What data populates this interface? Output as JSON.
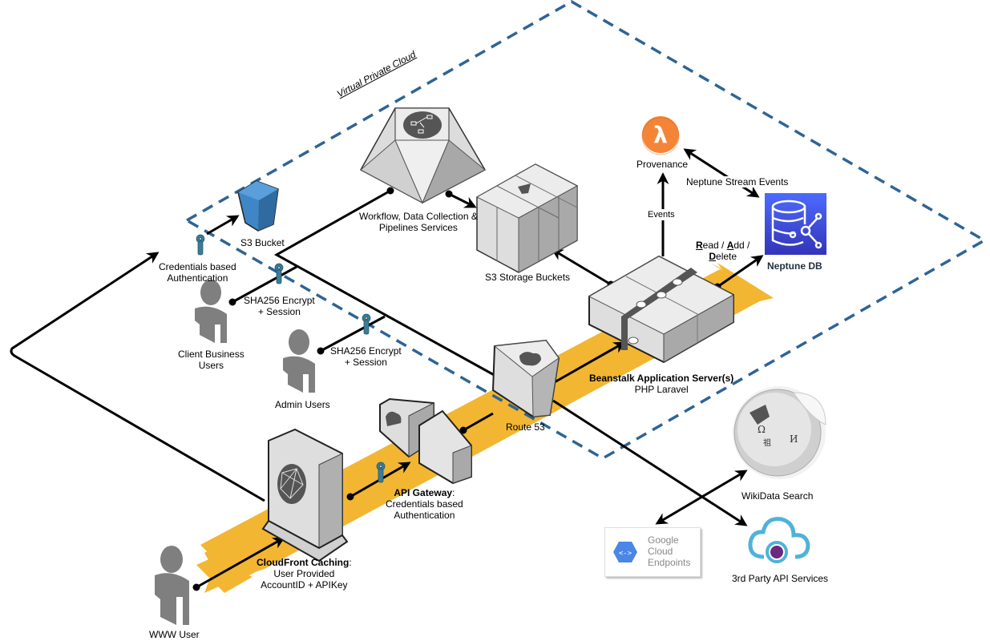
{
  "diagram": {
    "title": "Cloud Architecture",
    "vpc_label": "Virtual Private Cloud",
    "colors": {
      "vpc_border": "#2e6496",
      "traffic_band": "#f2b632",
      "lambda": "#f58536",
      "neptune": "#3b48cc",
      "s3_bucket": "#3f86c6",
      "user_icon": "#7f7f7f",
      "key_icon": "#3a7d98",
      "gce_blue": "#4a86e8",
      "third_party_cloud": "#4fb3d9",
      "third_party_dot": "#6b2a80"
    },
    "nodes": {
      "s3_bucket": {
        "label": "S3 Bucket",
        "icon": "s3-bucket-icon"
      },
      "workflow": {
        "label_line1": "Workflow, Data Collection &",
        "label_line2": "Pipelines Services",
        "icon": "step-functions-icon"
      },
      "s3_storage": {
        "label": "S3 Storage Buckets",
        "icon": "s3-storage-icon"
      },
      "provenance": {
        "label": "Provenance",
        "icon": "lambda-icon",
        "glyph": "λ"
      },
      "neptune": {
        "label": "Neptune DB",
        "icon": "neptune-db-icon"
      },
      "beanstalk": {
        "label_bold": "Beanstalk Application Server(s)",
        "label_sub": "PHP Laravel",
        "icon": "beanstalk-icon"
      },
      "route53": {
        "label": "Route 53",
        "icon": "route53-icon"
      },
      "api_gateway": {
        "label_bold": "API Gateway",
        "label_colon": ":",
        "label_line2": "Credentials based",
        "label_line3": "Authentication",
        "icon": "api-gateway-icon"
      },
      "cloudfront": {
        "label_bold": "CloudFront Caching",
        "label_colon": ":",
        "label_line2": "User Provided",
        "label_line3": "AccountID + APIKey",
        "icon": "cloudfront-icon"
      },
      "client_users": {
        "label_line1": "Client Business",
        "label_line2": "Users",
        "icon": "user-icon"
      },
      "admin_users": {
        "label": "Admin Users",
        "icon": "user-icon"
      },
      "www_user": {
        "label": "WWW User",
        "icon": "user-icon"
      },
      "wikidata": {
        "label": "WikiData Search",
        "icon": "wikipedia-globe-icon"
      },
      "google_endpoints": {
        "line1": "Google",
        "line2": "Cloud",
        "line3": "Endpoints",
        "glyph": "<->",
        "icon": "google-cloud-endpoints-icon"
      },
      "third_party": {
        "label": "3rd Party API Services",
        "icon": "cloud-api-icon"
      }
    },
    "edge_labels": {
      "cred_auth_line1": "Credentials based",
      "cred_auth_line2": "Authentication",
      "sha_client_line1": "SHA256 Encrypt",
      "sha_client_line2": "+ Session",
      "sha_admin_line1": "SHA256 Encrypt",
      "sha_admin_line2": "+ Session",
      "events": "Events",
      "neptune_stream": "Neptune Stream Events",
      "rad_r": "R",
      "rad_ead": "ead / ",
      "rad_a": "A",
      "rad_dd": "dd /",
      "rad_d": "D",
      "rad_elete": "elete"
    }
  }
}
